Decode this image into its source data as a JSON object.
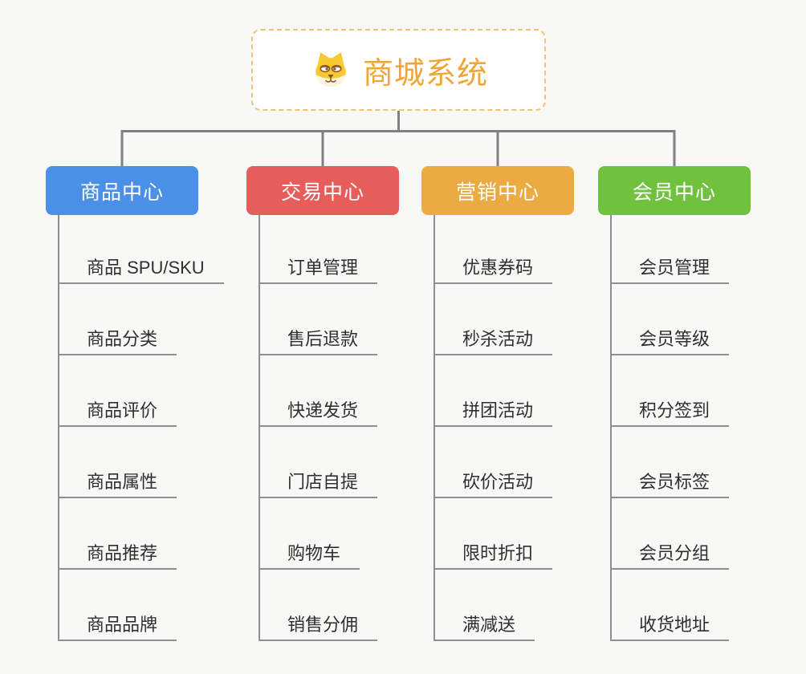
{
  "root": {
    "title": "商城系统",
    "icon": "shiba-dog-icon"
  },
  "branches": [
    {
      "label": "商品中心",
      "color": "#4a90e8",
      "items": [
        "商品 SPU/SKU",
        "商品分类",
        "商品评价",
        "商品属性",
        "商品推荐",
        "商品品牌"
      ]
    },
    {
      "label": "交易中心",
      "color": "#e65d5a",
      "items": [
        "订单管理",
        "售后退款",
        "快递发货",
        "门店自提",
        "购物车",
        "销售分佣"
      ]
    },
    {
      "label": "营销中心",
      "color": "#ecab42",
      "items": [
        "优惠券码",
        "秒杀活动",
        "拼团活动",
        "砍价活动",
        "限时折扣",
        "满减送"
      ]
    },
    {
      "label": "会员中心",
      "color": "#70c23e",
      "items": [
        "会员管理",
        "会员等级",
        "积分签到",
        "会员标签",
        "会员分组",
        "收货地址"
      ]
    }
  ],
  "colors": {
    "background": "#f8f8f7",
    "root_text": "#f0a636",
    "root_border": "#f3c271",
    "connector": "#808080",
    "leaf_line": "#8f8f8f",
    "leaf_text": "#2f2f2f"
  }
}
